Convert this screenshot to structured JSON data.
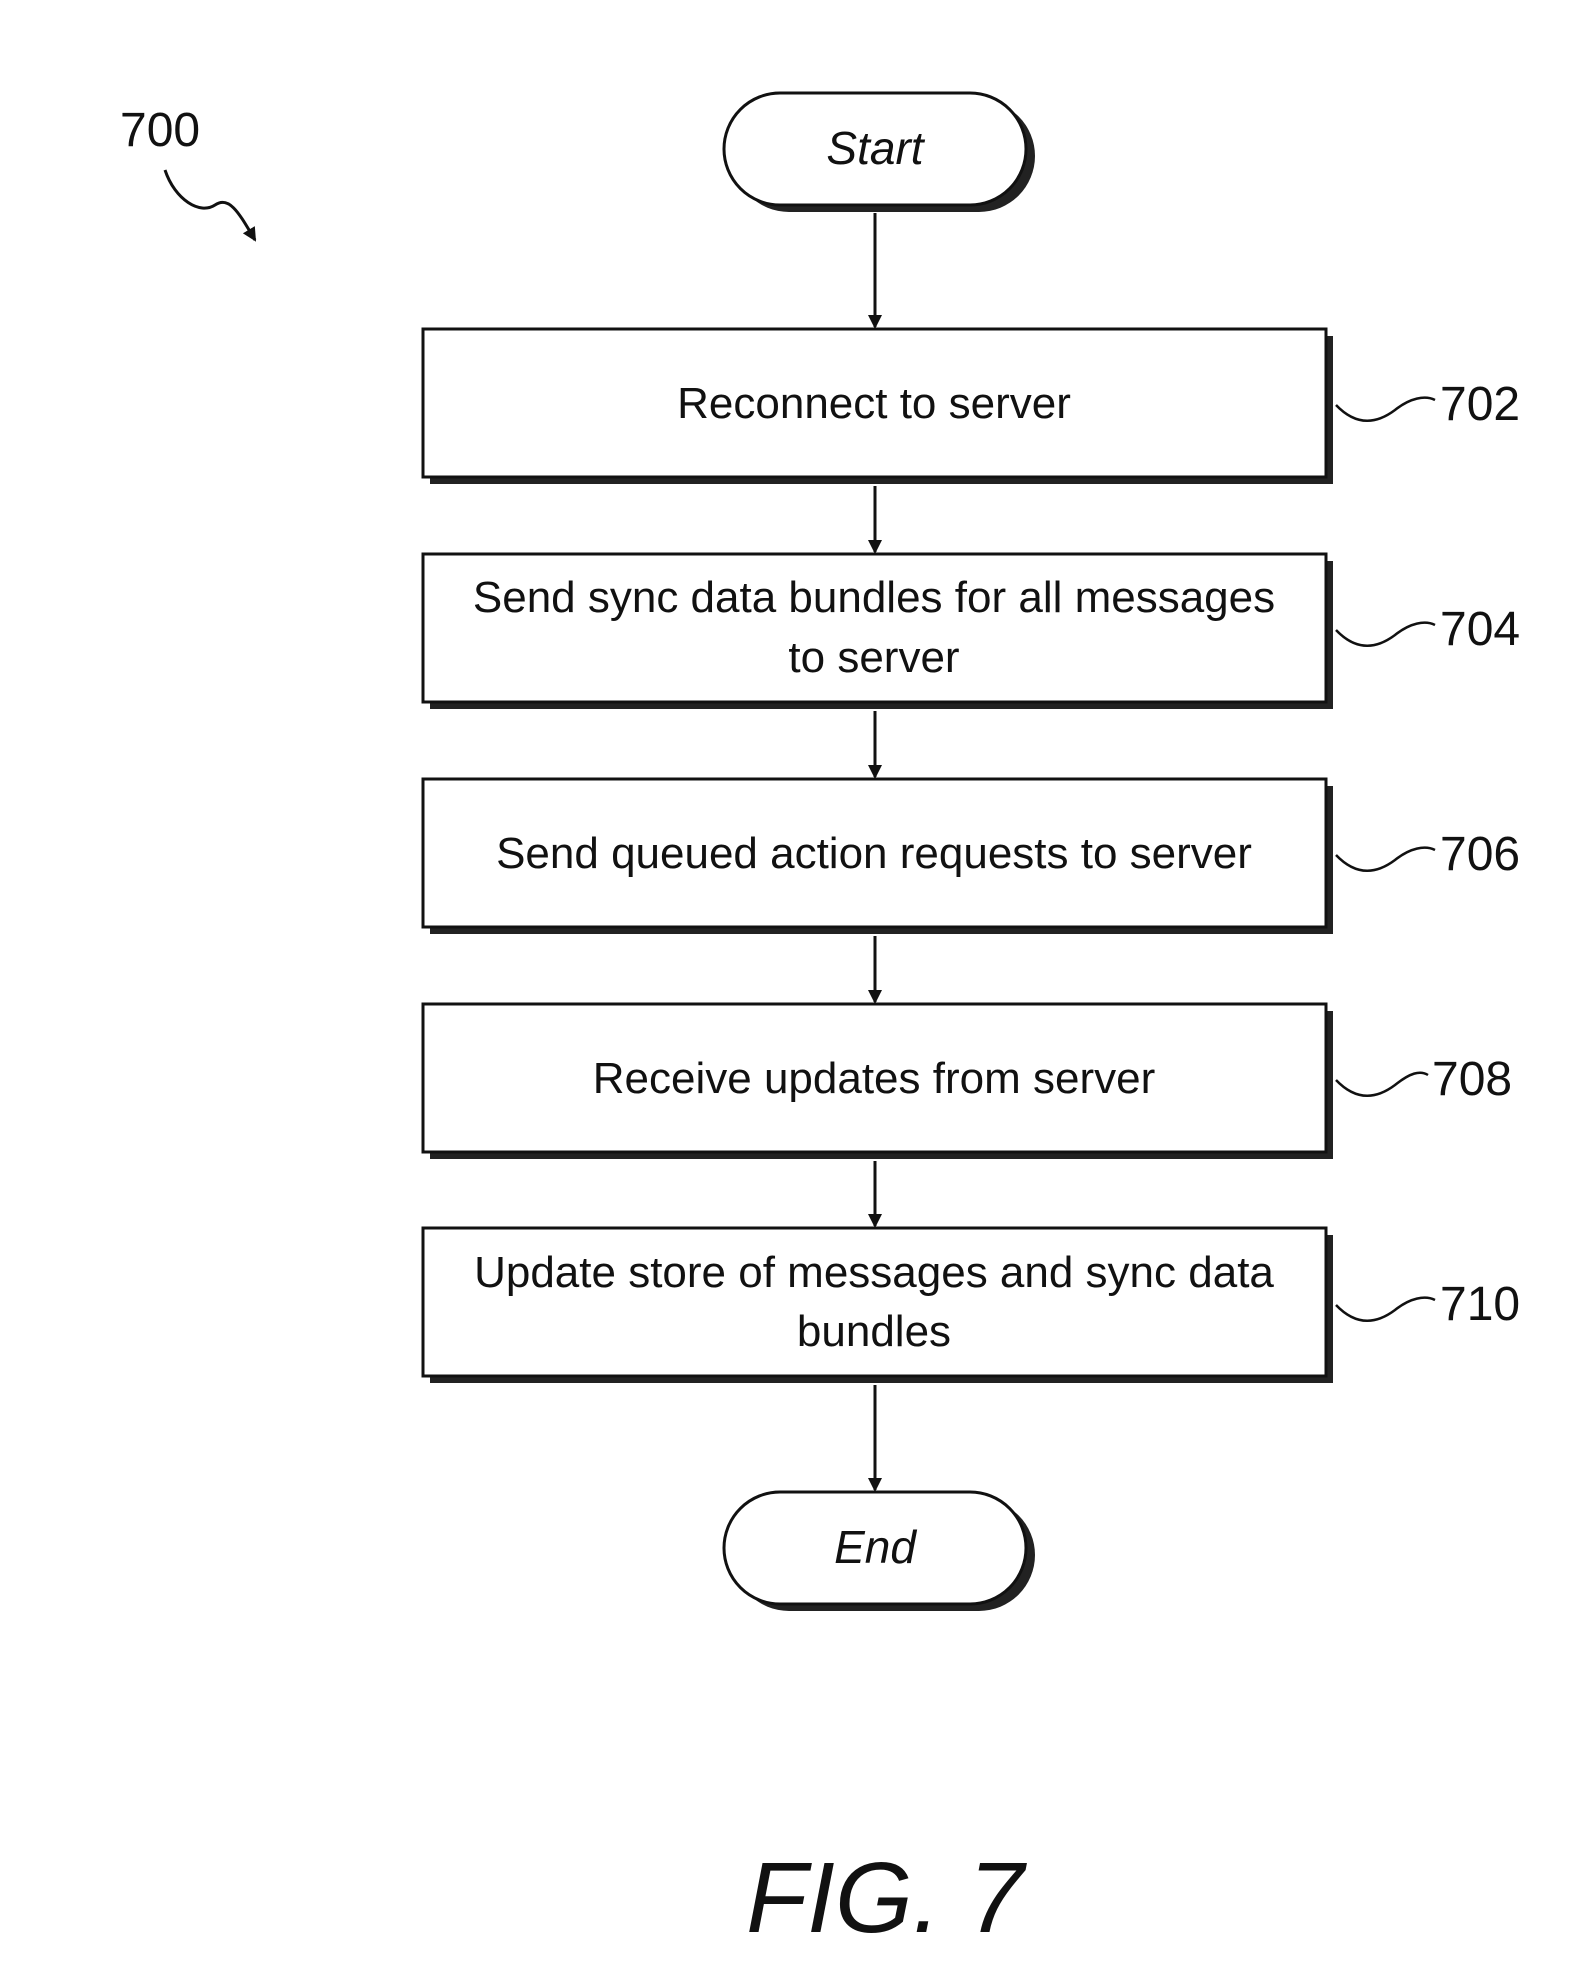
{
  "figure_ref": "700",
  "figure_caption": "FIG. 7",
  "start_label": "Start",
  "end_label": "End",
  "steps": [
    {
      "ref": "702",
      "lines": [
        "Reconnect to server"
      ]
    },
    {
      "ref": "704",
      "lines": [
        "Send sync data bundles for all messages",
        "to server"
      ]
    },
    {
      "ref": "706",
      "lines": [
        "Send queued action requests to server"
      ]
    },
    {
      "ref": "708",
      "lines": [
        "Receive updates from server"
      ]
    },
    {
      "ref": "710",
      "lines": [
        "Update store of messages and sync data",
        "bundles"
      ]
    }
  ]
}
